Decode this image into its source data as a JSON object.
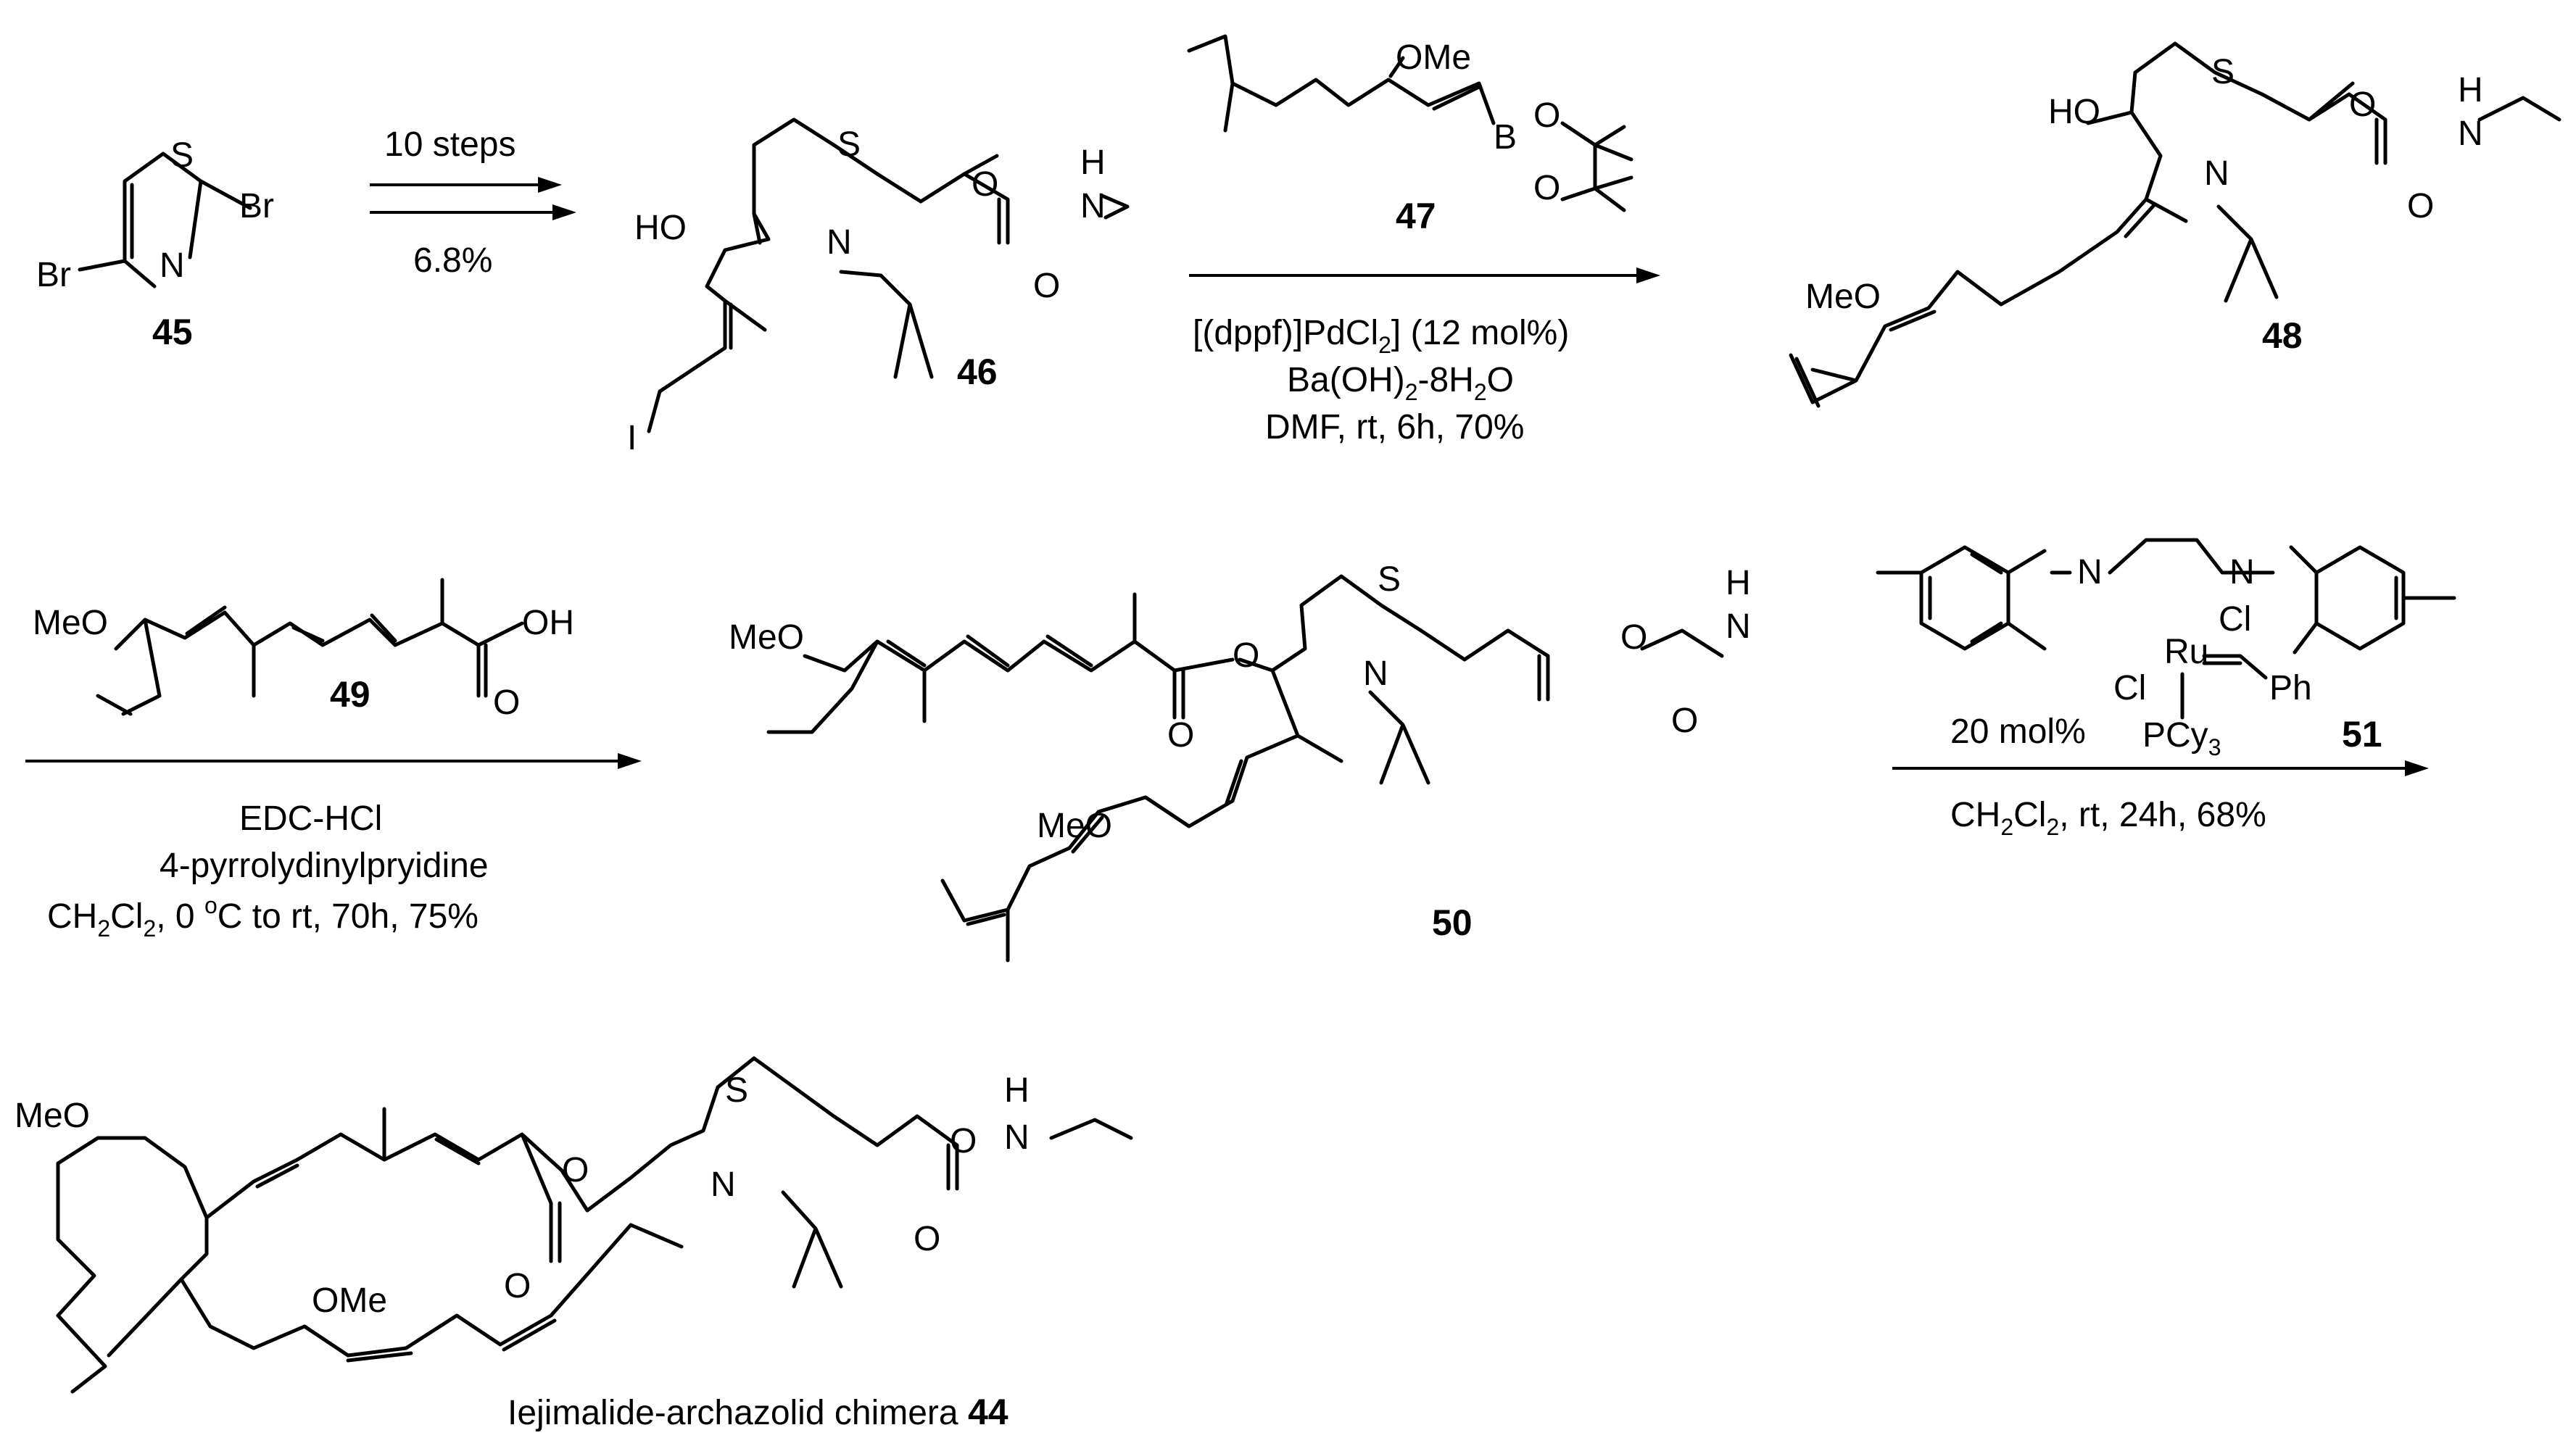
{
  "compounds": {
    "c45": {
      "number": "45",
      "atoms": {
        "br_left": "Br",
        "br_right": "Br",
        "s": "S",
        "n": "N"
      }
    },
    "c46": {
      "number": "46",
      "atoms": {
        "ho": "HO",
        "s": "S",
        "n": "N",
        "o_ester": "O",
        "o_carbonyl": "O",
        "h": "H",
        "n_amide": "N",
        "i": "I"
      }
    },
    "c47": {
      "number": "47",
      "atoms": {
        "ome": "OMe",
        "b": "B",
        "o1": "O",
        "o2": "O"
      }
    },
    "c48": {
      "number": "48",
      "atoms": {
        "ho": "HO",
        "s": "S",
        "n": "N",
        "o_ester": "O",
        "o_carbonyl": "O",
        "h": "H",
        "n_amide": "N",
        "meo": "MeO"
      }
    },
    "c49": {
      "number": "49",
      "atoms": {
        "meo": "MeO",
        "oh": "OH",
        "o": "O"
      }
    },
    "c50": {
      "number": "50",
      "atoms": {
        "meo1": "MeO",
        "o_ester": "O",
        "o_carbonyl": "O",
        "s": "S",
        "n": "N",
        "o2": "O",
        "h": "H",
        "n_amide": "N",
        "o3": "O",
        "meo2": "MeO"
      }
    },
    "c51": {
      "number": "51",
      "atoms": {
        "n1": "N",
        "n2": "N",
        "ru": "Ru",
        "cl1": "Cl",
        "cl2": "Cl",
        "ph": "Ph",
        "pcy3": "PCy",
        "pcy3_sub": "3"
      }
    },
    "c44": {
      "number": "44",
      "caption": "Iejimalide-archazolid chimera",
      "atoms": {
        "meo": "MeO",
        "o_ester": "O",
        "o_carbonyl": "O",
        "s": "S",
        "n": "N",
        "o2": "O",
        "h": "H",
        "n_amide": "N",
        "o3": "O",
        "ome": "OMe"
      }
    }
  },
  "reactions": {
    "r1": {
      "above": "10 steps",
      "below": "6.8%"
    },
    "r2": {
      "line1_pre": "[(dppf)]PdCl",
      "line1_sub": "2",
      "line1_post": "] (12 mol%)",
      "line2_pre": "Ba(OH)",
      "line2_sub": "2",
      "line2_post": "-8H",
      "line2_sub2": "2",
      "line2_post2": "O",
      "line3": "DMF, rt, 6h, 70%"
    },
    "r3": {
      "line1": "EDC-HCl",
      "line2": "4-pyrrolydinylpryidine",
      "line3_pre": "CH",
      "line3_sub1": "2",
      "line3_mid": "Cl",
      "line3_sub2": "2",
      "line3_post": ", 0 ",
      "line3_sup": "o",
      "line3_end": "C to rt, 70h, 75%"
    },
    "r4": {
      "above": "20 mol%",
      "pre": "CH",
      "sub1": "2",
      "mid": "Cl",
      "sub2": "2",
      "post": ", rt, 24h, 68%"
    }
  }
}
